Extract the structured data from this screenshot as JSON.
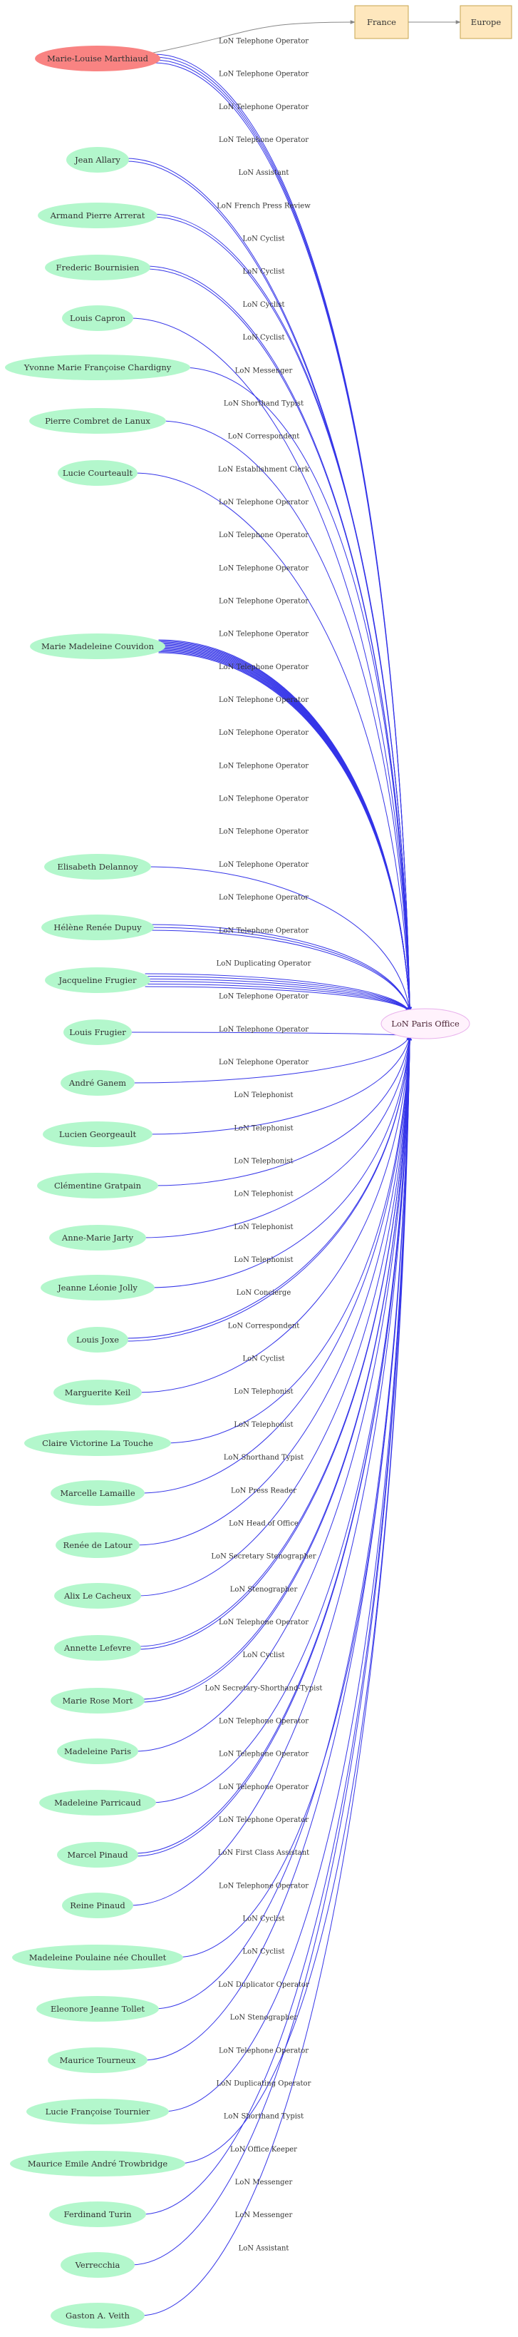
{
  "colors": {
    "person_fill": "#b3f7cc",
    "highlight_fill": "#f98382",
    "office_fill": "#fff2fc",
    "office_stroke": "#e8b0ec",
    "office_text": "#4a2535",
    "place_fill": "#fee7bd",
    "place_stroke": "#c7a44e",
    "edge": "#3434e8",
    "place_edge": "#888888"
  },
  "office": {
    "id": "office",
    "label": "LoN Paris Office"
  },
  "places": [
    {
      "id": "france",
      "label": "France"
    },
    {
      "id": "europe",
      "label": "Europe"
    }
  ],
  "place_links": [
    {
      "from": "marthiaud",
      "to": "france"
    },
    {
      "from": "france",
      "to": "europe"
    }
  ],
  "people": [
    {
      "id": "marthiaud",
      "label": "Marie-Louise Marthiaud",
      "highlight": true
    },
    {
      "id": "allary",
      "label": "Jean Allary"
    },
    {
      "id": "arrerat",
      "label": "Armand Pierre Arrerat"
    },
    {
      "id": "bournisien",
      "label": "Frederic Bournisien"
    },
    {
      "id": "capron",
      "label": "Louis Capron"
    },
    {
      "id": "chardigny",
      "label": "Yvonne Marie Françoise Chardigny"
    },
    {
      "id": "lanux",
      "label": "Pierre Combret de Lanux"
    },
    {
      "id": "courteault",
      "label": "Lucie Courteault"
    },
    {
      "id": "couvidon",
      "label": "Marie Madeleine Couvidon"
    },
    {
      "id": "delannoy",
      "label": "Elisabeth Delannoy"
    },
    {
      "id": "dupuy",
      "label": "Hélène Renée Dupuy"
    },
    {
      "id": "jfrugier",
      "label": "Jacqueline Frugier"
    },
    {
      "id": "lfrugier",
      "label": "Louis  Frugier"
    },
    {
      "id": "ganem",
      "label": "André Ganem"
    },
    {
      "id": "georgeault",
      "label": "Lucien Georgeault"
    },
    {
      "id": "gratpain",
      "label": "Clémentine Gratpain"
    },
    {
      "id": "jarty",
      "label": "Anne-Marie Jarty"
    },
    {
      "id": "jolly",
      "label": "Jeanne Léonie Jolly"
    },
    {
      "id": "joxe",
      "label": "Louis Joxe"
    },
    {
      "id": "keil",
      "label": "Marguerite Keil"
    },
    {
      "id": "latouche",
      "label": "Claire Victorine La Touche"
    },
    {
      "id": "lamaille",
      "label": "Marcelle Lamaille"
    },
    {
      "id": "latour",
      "label": "Renée de Latour"
    },
    {
      "id": "lecacheux",
      "label": "Alix Le Cacheux"
    },
    {
      "id": "lefevre",
      "label": "Annette Lefevre"
    },
    {
      "id": "mort",
      "label": "Marie Rose Mort"
    },
    {
      "id": "paris",
      "label": "Madeleine Paris"
    },
    {
      "id": "parricaud",
      "label": "Madeleine Parricaud"
    },
    {
      "id": "mpinaud",
      "label": "Marcel Pinaud"
    },
    {
      "id": "rpinaud",
      "label": "Reine Pinaud"
    },
    {
      "id": "choullet",
      "label": "Madeleine Poulaine née Choullet"
    },
    {
      "id": "tollet",
      "label": "Eleonore Jeanne Tollet"
    },
    {
      "id": "mtourneux",
      "label": "Maurice Tourneux"
    },
    {
      "id": "ltournier",
      "label": "Lucie Françoise Tournier"
    },
    {
      "id": "trowbridge",
      "label": "Maurice Emile André Trowbridge"
    },
    {
      "id": "turin",
      "label": "Ferdinand Turin"
    },
    {
      "id": "verrecchia",
      "label": "Verrecchia"
    },
    {
      "id": "veith",
      "label": "Gaston A. Veith"
    }
  ],
  "links": [
    {
      "from": "marthiaud",
      "label": "LoN Telephone Operator"
    },
    {
      "from": "marthiaud",
      "label": "LoN Telephone Operator"
    },
    {
      "from": "marthiaud",
      "label": "LoN Telephone Operator"
    },
    {
      "from": "marthiaud",
      "label": "LoN Telephone Operator"
    },
    {
      "from": "allary",
      "label": "LoN Assistant"
    },
    {
      "from": "allary",
      "label": "LoN French Press Review"
    },
    {
      "from": "arrerat",
      "label": "LoN Cyclist"
    },
    {
      "from": "arrerat",
      "label": "LoN Cyclist"
    },
    {
      "from": "bournisien",
      "label": "LoN Cyclist"
    },
    {
      "from": "bournisien",
      "label": "LoN Cyclist"
    },
    {
      "from": "capron",
      "label": "LoN Messenger"
    },
    {
      "from": "chardigny",
      "label": "LoN Shorthand Typist"
    },
    {
      "from": "lanux",
      "label": "LoN Correspondent"
    },
    {
      "from": "courteault",
      "label": "LoN Establishment Clerk"
    },
    {
      "from": "couvidon",
      "label": "LoN Telephone Operator"
    },
    {
      "from": "couvidon",
      "label": "LoN Telephone Operator"
    },
    {
      "from": "couvidon",
      "label": "LoN Telephone Operator"
    },
    {
      "from": "couvidon",
      "label": "LoN Telephone Operator"
    },
    {
      "from": "couvidon",
      "label": "LoN Telephone Operator"
    },
    {
      "from": "couvidon",
      "label": "LoN Telephone Operator"
    },
    {
      "from": "couvidon",
      "label": "LoN Telephone Operator"
    },
    {
      "from": "couvidon",
      "label": "LoN Telephone Operator"
    },
    {
      "from": "couvidon",
      "label": "LoN Telephone Operator"
    },
    {
      "from": "couvidon",
      "label": "LoN Telephone Operator"
    },
    {
      "from": "couvidon",
      "label": "LoN Telephone Operator"
    },
    {
      "from": "couvidon",
      "label": "LoN Telephone Operator"
    },
    {
      "from": "couvidon",
      "label": "LoN Telephone Operator"
    },
    {
      "from": "couvidon",
      "label": "LoN Telephone Operator"
    },
    {
      "from": "delannoy",
      "label": "LoN Duplicating Operator"
    },
    {
      "from": "dupuy",
      "label": "LoN Telephone Operator"
    },
    {
      "from": "dupuy",
      "label": "LoN Telephone Operator"
    },
    {
      "from": "dupuy",
      "label": "LoN Telephone Operator"
    },
    {
      "from": "jfrugier",
      "label": "LoN Telephonist"
    },
    {
      "from": "jfrugier",
      "label": "LoN Telephonist"
    },
    {
      "from": "jfrugier",
      "label": "LoN Telephonist"
    },
    {
      "from": "jfrugier",
      "label": "LoN Telephonist"
    },
    {
      "from": "jfrugier",
      "label": "LoN Telephonist"
    },
    {
      "from": "jfrugier",
      "label": "LoN Telephonist"
    },
    {
      "from": "lfrugier",
      "label": "LoN Concierge"
    },
    {
      "from": "ganem",
      "label": "LoN Correspondent"
    },
    {
      "from": "georgeault",
      "label": "LoN Cyclist"
    },
    {
      "from": "gratpain",
      "label": "LoN Telephonist"
    },
    {
      "from": "jarty",
      "label": "LoN Telephonist"
    },
    {
      "from": "jolly",
      "label": "LoN Shorthand Typist"
    },
    {
      "from": "joxe",
      "label": "LoN Press Reader"
    },
    {
      "from": "joxe",
      "label": "LoN Head of Office"
    },
    {
      "from": "keil",
      "label": "LoN Secretary Stenographer"
    },
    {
      "from": "latouche",
      "label": "LoN Stenographer"
    },
    {
      "from": "lamaille",
      "label": "LoN Telephone Operator"
    },
    {
      "from": "latour",
      "label": "LoN Cyclist"
    },
    {
      "from": "lecacheux",
      "label": "LoN Secretary-Shorthand-Typist"
    },
    {
      "from": "lefevre",
      "label": "LoN Telephone Operator"
    },
    {
      "from": "lefevre",
      "label": "LoN Telephone Operator"
    },
    {
      "from": "mort",
      "label": "LoN Telephone Operator"
    },
    {
      "from": "mort",
      "label": "LoN Telephone Operator"
    },
    {
      "from": "paris",
      "label": "LoN First Class Assistant"
    },
    {
      "from": "parricaud",
      "label": "LoN Telephone Operator"
    },
    {
      "from": "mpinaud",
      "label": "LoN Cyclist"
    },
    {
      "from": "mpinaud",
      "label": "LoN Cyclist"
    },
    {
      "from": "rpinaud",
      "label": "LoN Duplicator Operator"
    },
    {
      "from": "choullet",
      "label": "LoN Stenographer"
    },
    {
      "from": "tollet",
      "label": "LoN Telephone Operator"
    },
    {
      "from": "mtourneux",
      "label": "LoN Duplicating Operator"
    },
    {
      "from": "ltournier",
      "label": "LoN Shorthand Typist"
    },
    {
      "from": "trowbridge",
      "label": "LoN Office Keeper"
    },
    {
      "from": "turin",
      "label": "LoN Messenger"
    },
    {
      "from": "verrecchia",
      "label": "LoN Messenger"
    },
    {
      "from": "veith",
      "label": "LoN Assistant"
    }
  ]
}
